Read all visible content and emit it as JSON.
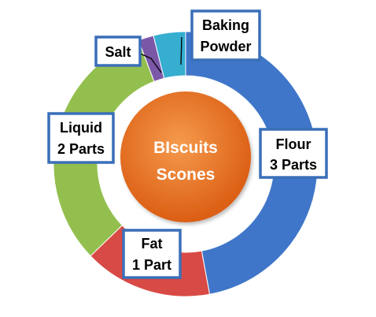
{
  "chart_data": {
    "type": "donut",
    "center_label": [
      "BIscuits",
      "Scones"
    ],
    "slices": [
      {
        "name": "Flour",
        "label": [
          "Flour",
          "3 Parts"
        ],
        "value": 3,
        "color": "#3f76c9"
      },
      {
        "name": "Fat",
        "label": [
          "Fat",
          "1 Part"
        ],
        "value": 1,
        "color": "#d84a45"
      },
      {
        "name": "Liquid",
        "label": [
          "Liquid",
          "2 Parts"
        ],
        "value": 2,
        "color": "#93bf4e"
      },
      {
        "name": "Salt",
        "label": [
          "Salt"
        ],
        "value": 0.12,
        "color": "#7b57a8"
      },
      {
        "name": "Baking Powder",
        "label": [
          "Baking",
          "Powder"
        ],
        "value": 0.25,
        "color": "#35aed0"
      }
    ],
    "center_color": "#e66a1c",
    "label_border_color": "#3a6fb8"
  }
}
